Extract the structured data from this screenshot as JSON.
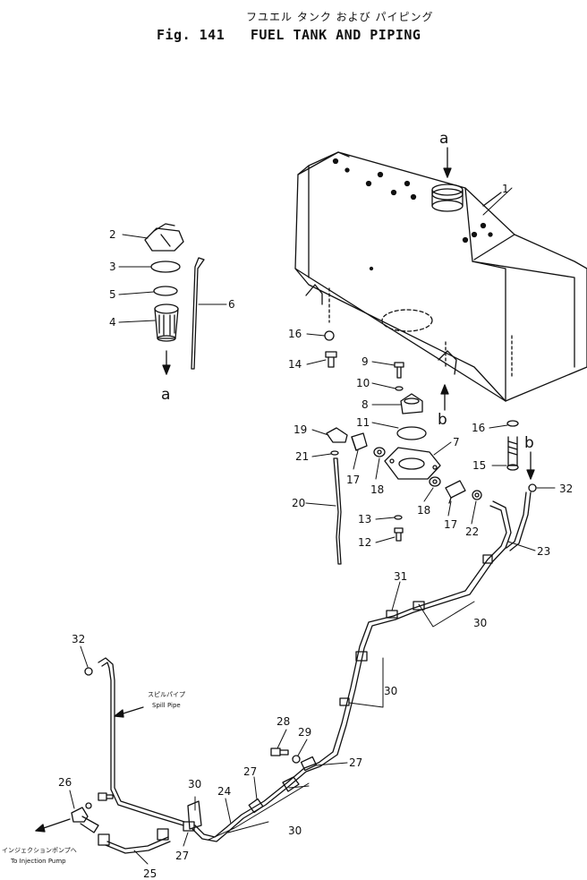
{
  "title": {
    "japanese": "フユエル タンク および パイピング",
    "english_fig": "Fig. 141",
    "english_title": "FUEL TANK AND PIPING"
  },
  "view_markers": {
    "a": "a",
    "b": "b"
  },
  "annotations": {
    "spill_pipe_jp": "スピルパイプ",
    "spill_pipe_en": "Spill Pipe",
    "injection_pump_jp": "インジェクションポンプへ",
    "injection_pump_en": "To Injection Pump"
  },
  "callouts": {
    "c1": "1",
    "c2": "2",
    "c3": "3",
    "c4": "4",
    "c5": "5",
    "c6": "6",
    "c7": "7",
    "c8": "8",
    "c9": "9",
    "c10": "10",
    "c11": "11",
    "c12": "12",
    "c13": "13",
    "c14": "14",
    "c15": "15",
    "c16a": "16",
    "c16b": "16",
    "c17a": "17",
    "c17b": "17",
    "c18a": "18",
    "c18b": "18",
    "c19": "19",
    "c20": "20",
    "c21": "21",
    "c22": "22",
    "c23": "23",
    "c24": "24",
    "c25": "25",
    "c26": "26",
    "c27a": "27",
    "c27b": "27",
    "c27c": "27",
    "c28": "28",
    "c29": "29",
    "c30a": "30",
    "c30b": "30",
    "c30c": "30",
    "c30d": "30",
    "c31": "31",
    "c32a": "32",
    "c32b": "32"
  }
}
